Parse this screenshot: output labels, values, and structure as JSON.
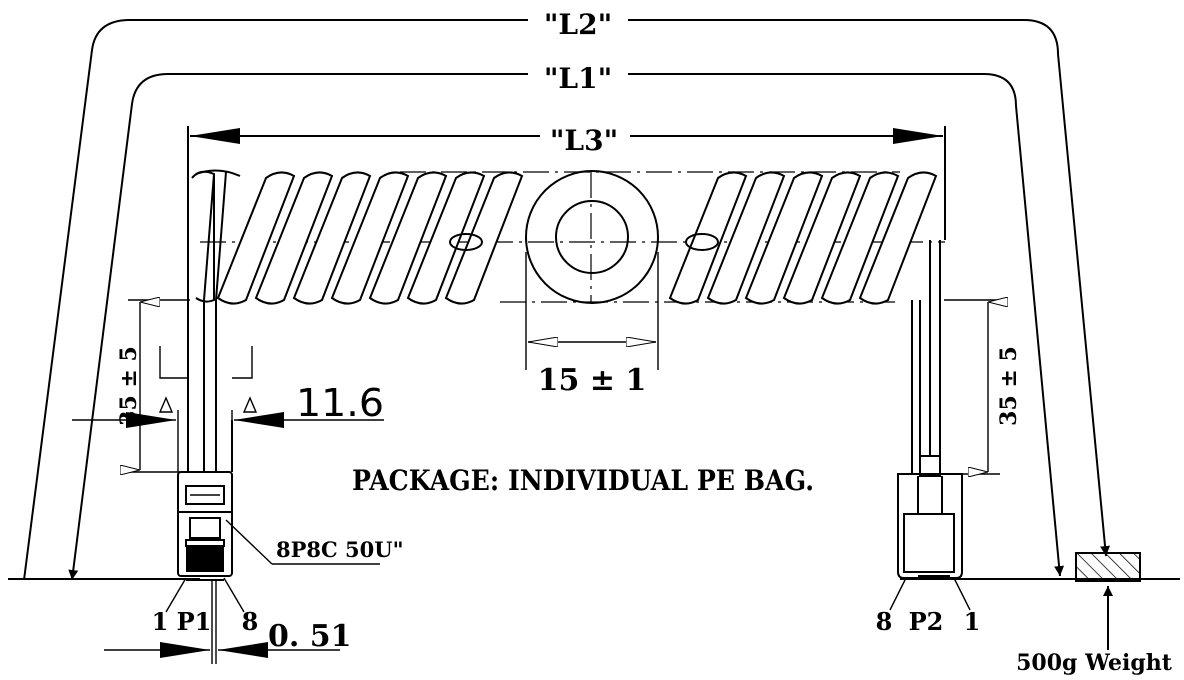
{
  "dimensions": {
    "l2": "\"L2\"",
    "l1": "\"L1\"",
    "l3": "\"L3\"",
    "coil_diameter": "15 ± 1",
    "left_pigtail": "35 ± 5",
    "right_pigtail": "35 ± 5",
    "boot_width": "11.6",
    "pin_pitch": "0. 51"
  },
  "notes": {
    "package": "PACKAGE: INDIVIDUAL PE BAG.",
    "connector_spec": "8P8C 50U\"",
    "weight": "500g Weight"
  },
  "connectors": {
    "p1": {
      "pin_left": "1",
      "name": "P1",
      "pin_right": "8"
    },
    "p2": {
      "pin_left": "8",
      "name": "P2",
      "pin_right": "1"
    }
  }
}
